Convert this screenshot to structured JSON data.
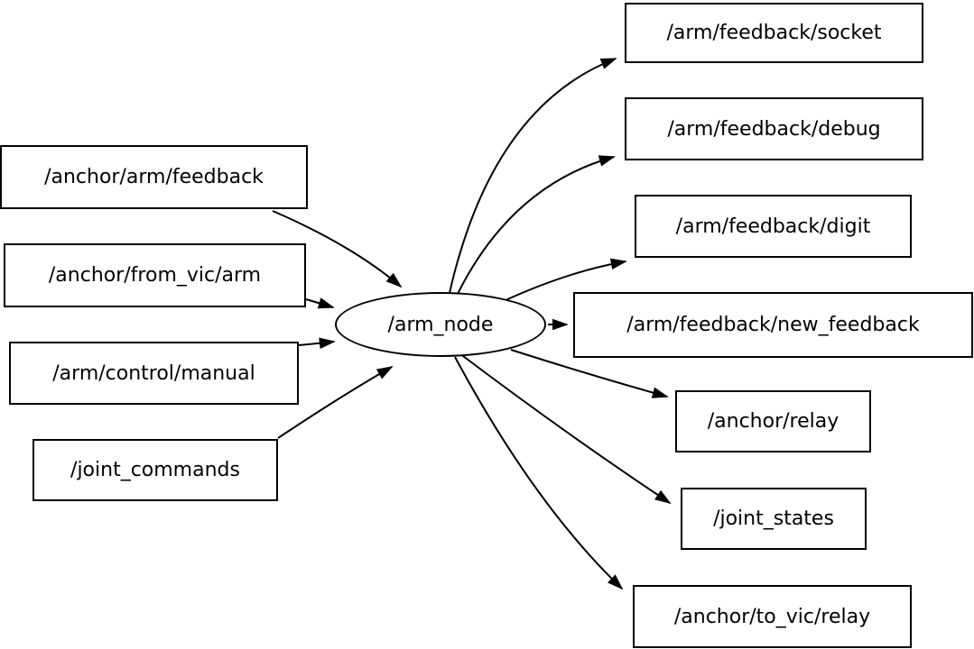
{
  "graph": {
    "node": {
      "label": "/arm_node"
    },
    "inputs": [
      {
        "label": "/anchor/arm/feedback"
      },
      {
        "label": "/anchor/from_vic/arm"
      },
      {
        "label": "/arm/control/manual"
      },
      {
        "label": "/joint_commands"
      }
    ],
    "outputs": [
      {
        "label": "/arm/feedback/socket"
      },
      {
        "label": "/arm/feedback/debug"
      },
      {
        "label": "/arm/feedback/digit"
      },
      {
        "label": "/arm/feedback/new_feedback"
      },
      {
        "label": "/anchor/relay"
      },
      {
        "label": "/joint_states"
      },
      {
        "label": "/anchor/to_vic/relay"
      }
    ],
    "edges": [
      {
        "from": "/anchor/arm/feedback",
        "to": "/arm_node"
      },
      {
        "from": "/anchor/from_vic/arm",
        "to": "/arm_node"
      },
      {
        "from": "/arm/control/manual",
        "to": "/arm_node"
      },
      {
        "from": "/joint_commands",
        "to": "/arm_node"
      },
      {
        "from": "/arm_node",
        "to": "/arm/feedback/socket"
      },
      {
        "from": "/arm_node",
        "to": "/arm/feedback/debug"
      },
      {
        "from": "/arm_node",
        "to": "/arm/feedback/digit"
      },
      {
        "from": "/arm_node",
        "to": "/arm/feedback/new_feedback"
      },
      {
        "from": "/arm_node",
        "to": "/anchor/relay"
      },
      {
        "from": "/arm_node",
        "to": "/joint_states"
      },
      {
        "from": "/arm_node",
        "to": "/anchor/to_vic/relay"
      }
    ],
    "colors": {
      "stroke": "#000000",
      "fill": "#ffffff",
      "text": "#000000"
    }
  }
}
